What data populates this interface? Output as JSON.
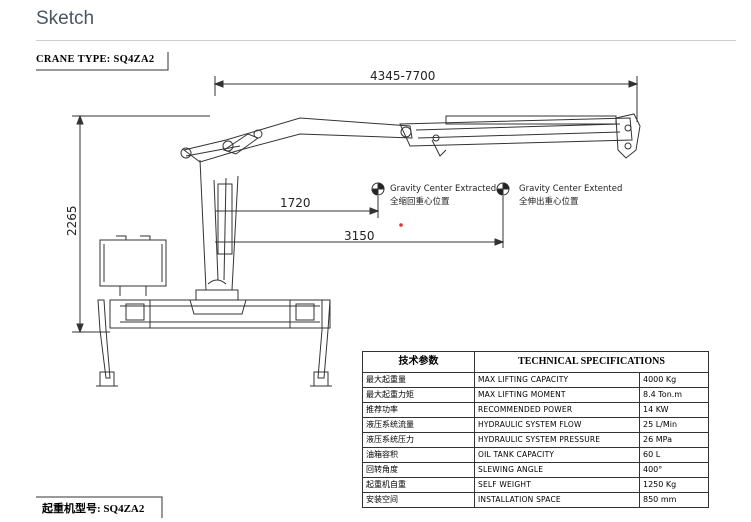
{
  "heading": "Sketch",
  "crane_type_label": "CRANE TYPE: SQ4ZA2",
  "model_label": "起重机型号: SQ4ZA2",
  "dimensions": {
    "reach": "4345-7700",
    "height": "2265",
    "cg_extracted_dist": "1720",
    "cg_extended_dist": "3150"
  },
  "gravity_centers": {
    "extracted_en": "Gravity Center Extracted",
    "extracted_cn": "全缩回重心位置",
    "extended_en": "Gravity Center Extented",
    "extended_cn": "全伸出重心位置"
  },
  "spec_table": {
    "header_cn": "技术参数",
    "header_en": "TECHNICAL SPECIFICATIONS",
    "rows": [
      {
        "cn": "最大起重量",
        "en": "MAX LIFTING CAPACITY",
        "value": "4000 Kg"
      },
      {
        "cn": "最大起重力矩",
        "en": "MAX LIFTING MOMENT",
        "value": "8.4 Ton.m"
      },
      {
        "cn": "推荐功率",
        "en": "RECOMMENDED POWER",
        "value": "14 KW"
      },
      {
        "cn": "液压系统流量",
        "en": "HYDRAULIC SYSTEM FLOW",
        "value": "25 L/Min"
      },
      {
        "cn": "液压系统压力",
        "en": "HYDRAULIC SYSTEM PRESSURE",
        "value": "26 MPa"
      },
      {
        "cn": "油箱容积",
        "en": "OIL TANK CAPACITY",
        "value": "60 L"
      },
      {
        "cn": "回转角度",
        "en": "SLEWING ANGLE",
        "value": "400°"
      },
      {
        "cn": "起重机自重",
        "en": "SELF WEIGHT",
        "value": "1250 Kg"
      },
      {
        "cn": "安装空间",
        "en": "INSTALLATION SPACE",
        "value": "850 mm"
      }
    ]
  }
}
